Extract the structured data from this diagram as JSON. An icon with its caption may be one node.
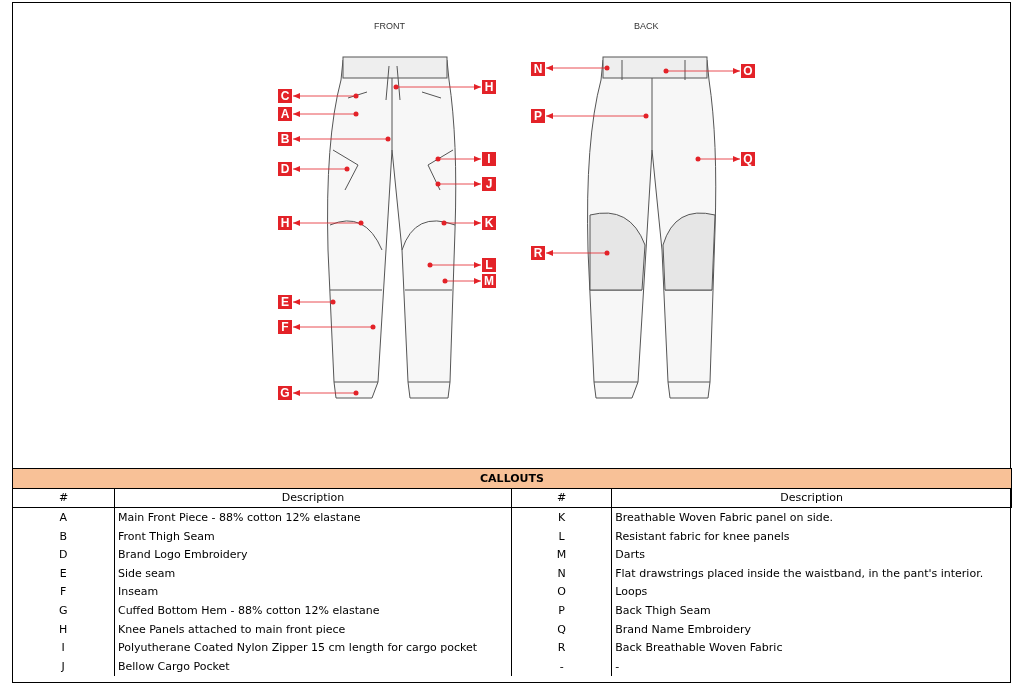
{
  "diagram": {
    "nodes": [
      {
        "text": [
          "C"
        ]
      },
      {
        "text": [
          "A"
        ]
      },
      {
        "text": [
          "B"
        ]
      },
      {
        "text": [
          "D"
        ]
      },
      {
        "text": [
          "H"
        ]
      },
      {
        "text": [
          "E"
        ]
      },
      {
        "text": [
          "F"
        ]
      },
      {
        "text": [
          "G"
        ]
      },
      {
        "text": [
          "H"
        ]
      },
      {
        "text": [
          "I"
        ]
      },
      {
        "text": [
          "J"
        ]
      },
      {
        "text": [
          "K"
        ]
      },
      {
        "text": [
          "L"
        ]
      },
      {
        "text": [
          "M"
        ]
      },
      {
        "text": [
          "N"
        ]
      },
      {
        "text": [
          "P"
        ]
      },
      {
        "text": [
          "R"
        ]
      },
      {
        "text": [
          "O"
        ]
      },
      {
        "text": [
          "Q"
        ]
      }
    ],
    "edges": [
      {
        "from": null,
        "to": 0,
        "arrow": "to"
      },
      {
        "from": null,
        "to": 1,
        "arrow": "to"
      },
      {
        "from": null,
        "to": 2,
        "arrow": "to"
      },
      {
        "from": null,
        "to": 3,
        "arrow": "to"
      },
      {
        "from": null,
        "to": 4,
        "arrow": "to"
      },
      {
        "from": null,
        "to": 5,
        "arrow": "to"
      },
      {
        "from": null,
        "to": 6,
        "arrow": "to"
      },
      {
        "from": null,
        "to": 7,
        "arrow": "to"
      },
      {
        "from": null,
        "to": 8,
        "arrow": "to"
      },
      {
        "from": null,
        "to": 9,
        "arrow": "to"
      },
      {
        "from": null,
        "to": 10,
        "arrow": "to"
      },
      {
        "from": null,
        "to": 11,
        "arrow": "to"
      },
      {
        "from": null,
        "to": 12,
        "arrow": "to"
      },
      {
        "from": null,
        "to": 13,
        "arrow": "to"
      },
      {
        "from": null,
        "to": 14,
        "arrow": "to"
      },
      {
        "from": null,
        "to": 15,
        "arrow": "to"
      },
      {
        "from": null,
        "to": 16,
        "arrow": "to"
      },
      {
        "from": null,
        "to": 17,
        "arrow": "to"
      },
      {
        "from": null,
        "to": 18,
        "arrow": "to"
      }
    ],
    "labels": [
      "FRONT",
      "BACK",
      "CALLOUTS",
      "#",
      "Description",
      "#",
      "Description",
      "A",
      "Main Front Piece - 88% cotton 12% elastane",
      "K",
      "Breathable Woven Fabric panel on side.",
      "B",
      "Front Thigh Seam",
      "L",
      "Resistant fabric for knee panels",
      "D",
      "Brand Logo Embroidery",
      "M",
      "Darts",
      "E",
      "Side seam",
      "N",
      "Flat drawstrings placed inside the waistband, in the pant's interior.",
      "F",
      "Inseam",
      "O",
      "Loops",
      "G",
      "Cuffed Bottom Hem - 88% cotton 12% elastane",
      "P",
      "Back Thigh Seam",
      "H",
      "Knee Panels attached to main front piece",
      "Q",
      "Brand Name Embroidery",
      "I",
      "Polyutherane Coated Nylon Zipper 15 cm length for cargo pocket",
      "R",
      "Back Breathable Woven Fabric",
      "J",
      "Bellow Cargo Pocket",
      "-",
      "-"
    ]
  }
}
